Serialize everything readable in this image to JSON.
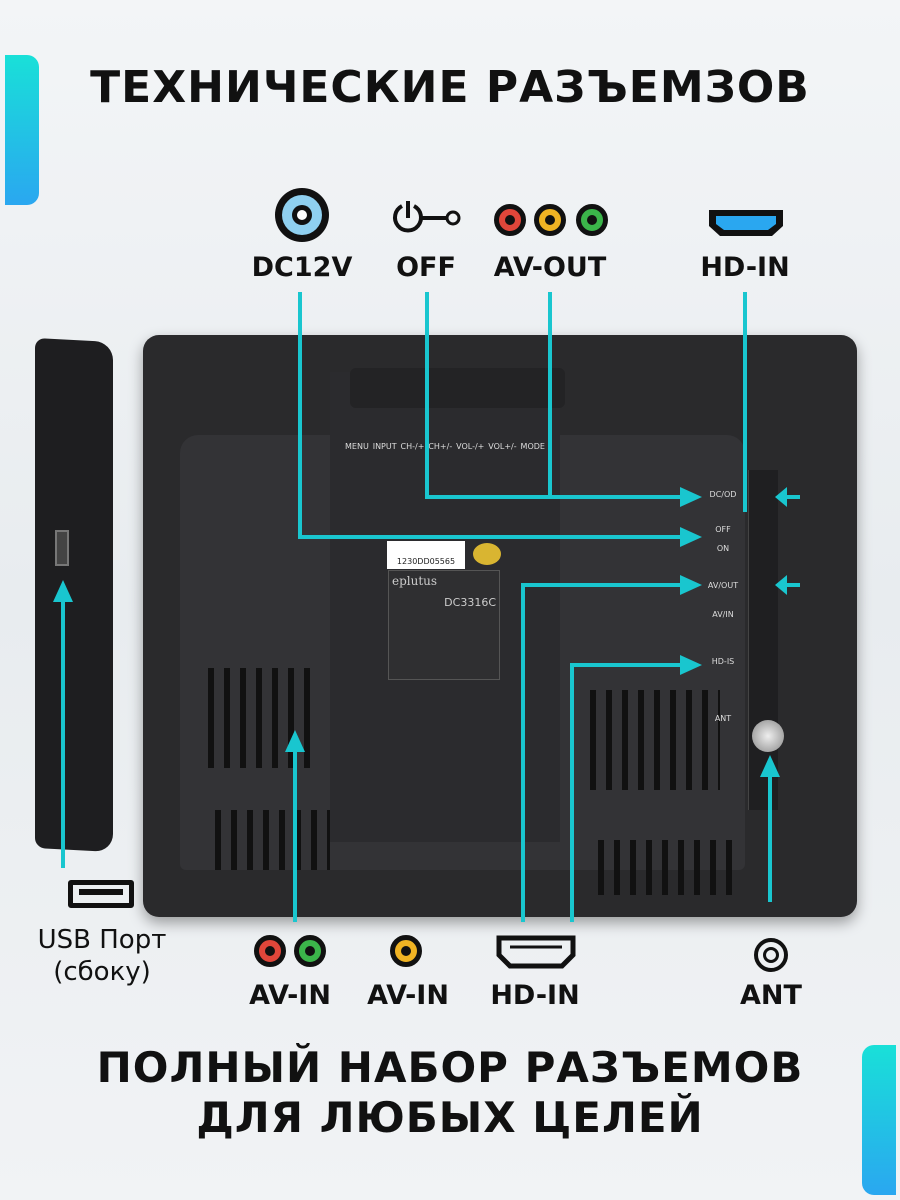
{
  "title": "ТЕХНИЧЕСКИЕ РАЗЪЕМЗОВ",
  "top_labels": {
    "dc": "DC12V",
    "off": "OFF",
    "avout": "AV-OUT",
    "hdin": "HD-IN"
  },
  "bottom_labels": {
    "usb1": "USB Порт",
    "usb2": "(сбоку)",
    "avin1": "AV-IN",
    "avin2": "AV-IN",
    "hdin": "HD-IN",
    "ant": "ANT"
  },
  "device": {
    "buttons": [
      "MENU",
      "INPUT",
      "CH-/+",
      "CH+/-",
      "VOL-/+",
      "VOL+/-",
      "MODE"
    ],
    "brand": "eplutus",
    "barcode": "1230DD05565",
    "model": "DC3316C",
    "ports": [
      "DC/OD",
      "OFF",
      "ON",
      "AV/OUT",
      "AV/IN",
      "HD-IS",
      "ANT"
    ]
  },
  "footer": {
    "line1": "ПОЛНЫЙ НАБОР РАЗЪЕМОВ",
    "line2": "ДЛЯ ЛЮБЫХ ЦЕЛЕЙ"
  },
  "colors": {
    "accent": "#19c6cf",
    "red": "#e0463a",
    "green": "#3bb54a",
    "yellow": "#f0b323",
    "blue": "#8fd0f0"
  }
}
